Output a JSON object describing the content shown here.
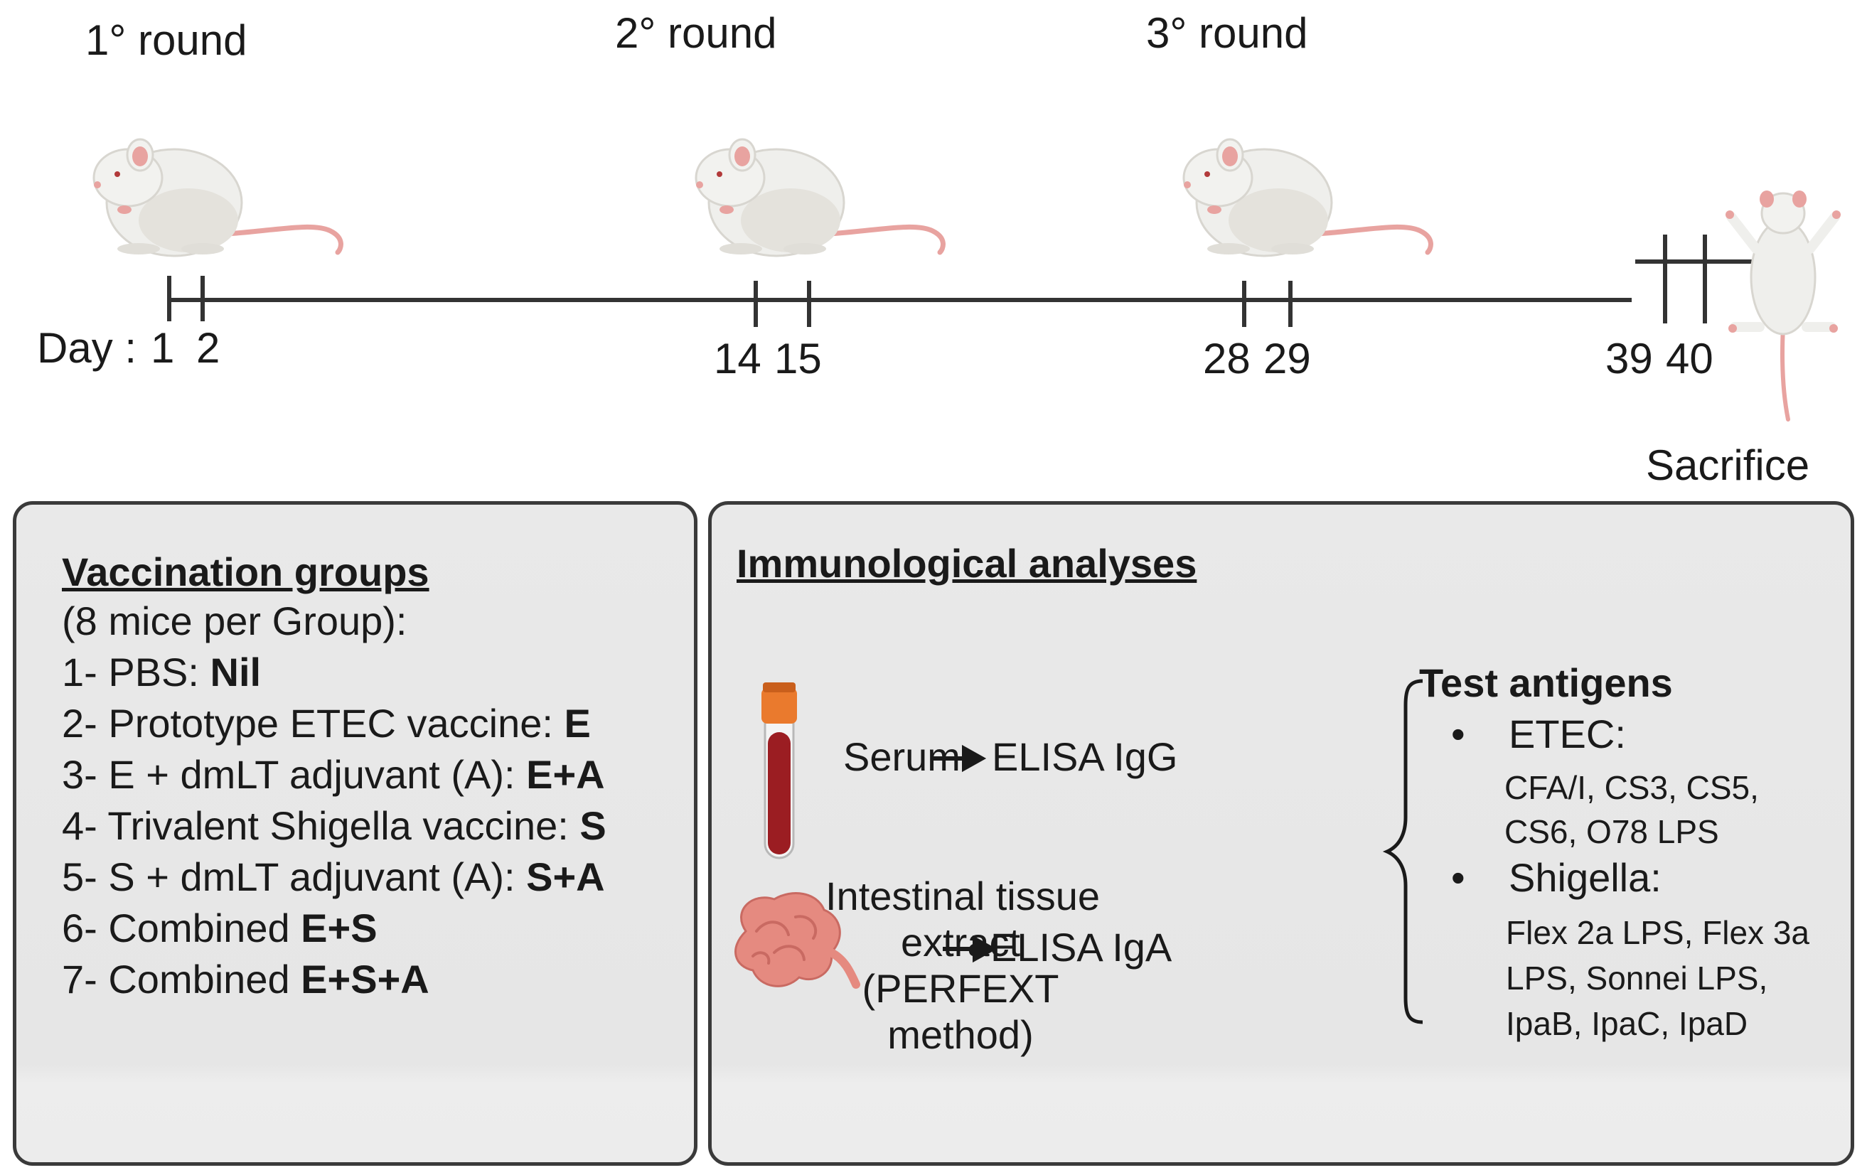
{
  "timeline": {
    "rounds": [
      {
        "label": "1° round"
      },
      {
        "label": "2° round"
      },
      {
        "label": "3° round"
      }
    ],
    "day_prefix": "Day :",
    "days": [
      "1",
      "2",
      "14",
      "15",
      "28",
      "29",
      "39",
      "40"
    ],
    "sacrifice_label": "Sacrifice"
  },
  "vaccination": {
    "title": "Vaccination groups",
    "subtitle": "(8 mice per Group):",
    "groups": [
      {
        "prefix": "1- PBS: ",
        "bold": "Nil"
      },
      {
        "prefix": "2- Prototype ETEC vaccine: ",
        "bold": "E"
      },
      {
        "prefix": "3- E + dmLT adjuvant (A): ",
        "bold": "E+A"
      },
      {
        "prefix": "4- Trivalent Shigella vaccine: ",
        "bold": "S"
      },
      {
        "prefix": "5- S + dmLT adjuvant (A): ",
        "bold": "S+A"
      },
      {
        "prefix": "6- Combined ",
        "bold": "E+S"
      },
      {
        "prefix": "7- Combined ",
        "bold": "E+S+A"
      }
    ]
  },
  "analyses": {
    "title": "Immunological analyses",
    "serum_label": "Serum",
    "elisa_igg": "ELISA IgG",
    "tissue_label": [
      "Intestinal tissue",
      "extract",
      "(PERFEXT",
      "method)"
    ],
    "elisa_iga": "ELISA IgA",
    "test_antigens_title": "Test antigens",
    "etec_label": "ETEC:",
    "etec_items": [
      "CFA/I, CS3, CS5,",
      "CS6, O78 LPS"
    ],
    "shigella_label": "Shigella:",
    "shigella_items": [
      "Flex 2a LPS, Flex 3a",
      "LPS, Sonnei  LPS,",
      "IpaB, IpaC, IpaD"
    ],
    "bullet": "•"
  },
  "colors": {
    "mouse_body": "#efefec",
    "mouse_shade": "#d8d6d0",
    "mouse_pink": "#e8a3a0",
    "tube_cap": "#ea7a2d",
    "blood": "#9b1d22",
    "intestine": "#e58a80"
  }
}
